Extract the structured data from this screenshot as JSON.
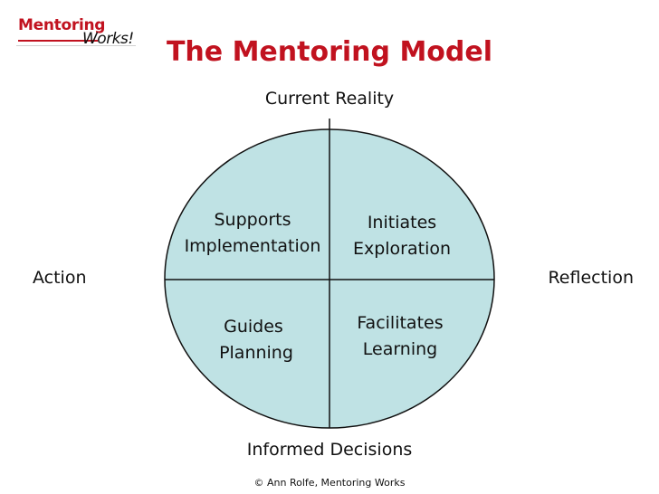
{
  "logo": {
    "word1": "Mentoring",
    "word2": "Works!"
  },
  "title": "The Mentoring Model",
  "axes": {
    "top": "Current Reality",
    "bottom": "Informed Decisions",
    "left": "Action",
    "right": "Reflection"
  },
  "quadrants": {
    "top_left": [
      "Supports",
      "Implementation"
    ],
    "top_right": [
      "Initiates",
      "Exploration"
    ],
    "bottom_left": [
      "Guides",
      "Planning"
    ],
    "bottom_right": [
      "Facilitates",
      "Learning"
    ]
  },
  "colors": {
    "circle_fill": "#bfe2e4",
    "title_red": "#c1121f"
  },
  "footer": "© Ann Rolfe, Mentoring Works"
}
